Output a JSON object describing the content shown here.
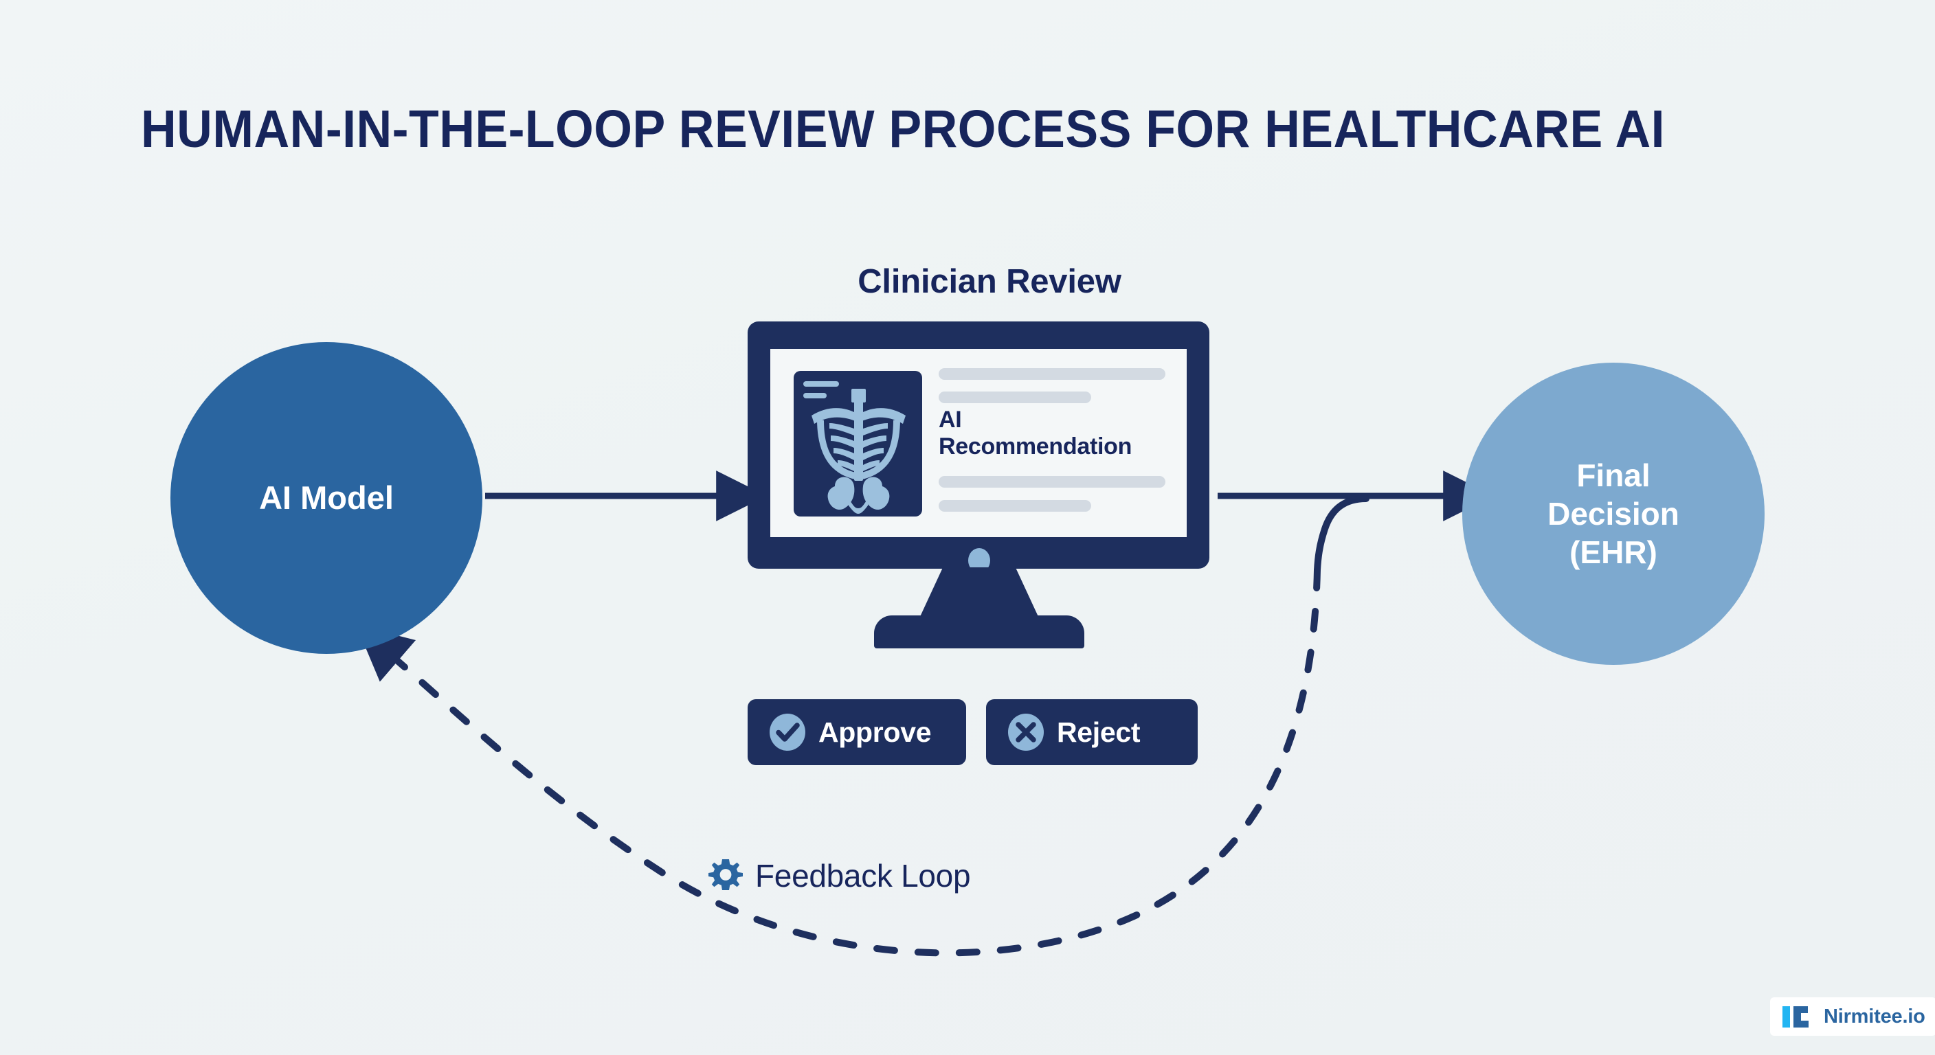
{
  "page": {
    "title": "HUMAN-IN-THE-LOOP REVIEW PROCESS FOR HEALTHCARE AI",
    "background_color": "#eef3f4"
  },
  "colors": {
    "navy": "#17255c",
    "navy_fill": "#1e2f5e",
    "blue_mid": "#2a65a0",
    "blue_light": "#7da9cf",
    "icon_blue": "#8fb7d9",
    "xray_blue": "#9cc0dd",
    "placeholder_grey": "#d3dae2",
    "screen_white": "#f4f7f8",
    "brand_cyan": "#22b5f2"
  },
  "nodes": {
    "ai_model": {
      "label": "AI Model",
      "shape": "circle",
      "fill": "#2a65a0",
      "text_color": "#ffffff"
    },
    "final_decision": {
      "label_lines": [
        "Final",
        "Decision",
        "(EHR)"
      ],
      "label": "Final Decision (EHR)",
      "shape": "circle",
      "fill": "#7da9cf",
      "text_color": "#ffffff"
    }
  },
  "clinician_review": {
    "heading": "Clinician Review",
    "screen": {
      "recommendation_title_lines": [
        "AI",
        "Recommendation"
      ],
      "recommendation_title": "AI Recommendation",
      "xray_alt": "chest-xray-thumbnail",
      "placeholder_bars": 4
    },
    "buttons": [
      {
        "id": "approve",
        "label": "Approve",
        "icon": "check-circle-icon"
      },
      {
        "id": "reject",
        "label": "Reject",
        "icon": "x-circle-icon"
      }
    ]
  },
  "feedback": {
    "label": "Feedback Loop",
    "icon": "gear-icon",
    "style": "dashed-curve-arrow",
    "direction": "final-decision-to-ai-model"
  },
  "connectors": [
    {
      "id": "ai-to-review",
      "from": "AI Model",
      "to": "Clinician Review",
      "style": "solid-arrow"
    },
    {
      "id": "review-to-decision",
      "from": "Clinician Review",
      "to": "Final Decision (EHR)",
      "style": "solid-arrow"
    },
    {
      "id": "feedback-loop",
      "from": "Final Decision (EHR)",
      "to": "AI Model",
      "style": "dashed-arrow"
    }
  ],
  "brand": {
    "name": "Nirmitee.io",
    "mark": "nirmitee-logo-icon"
  }
}
